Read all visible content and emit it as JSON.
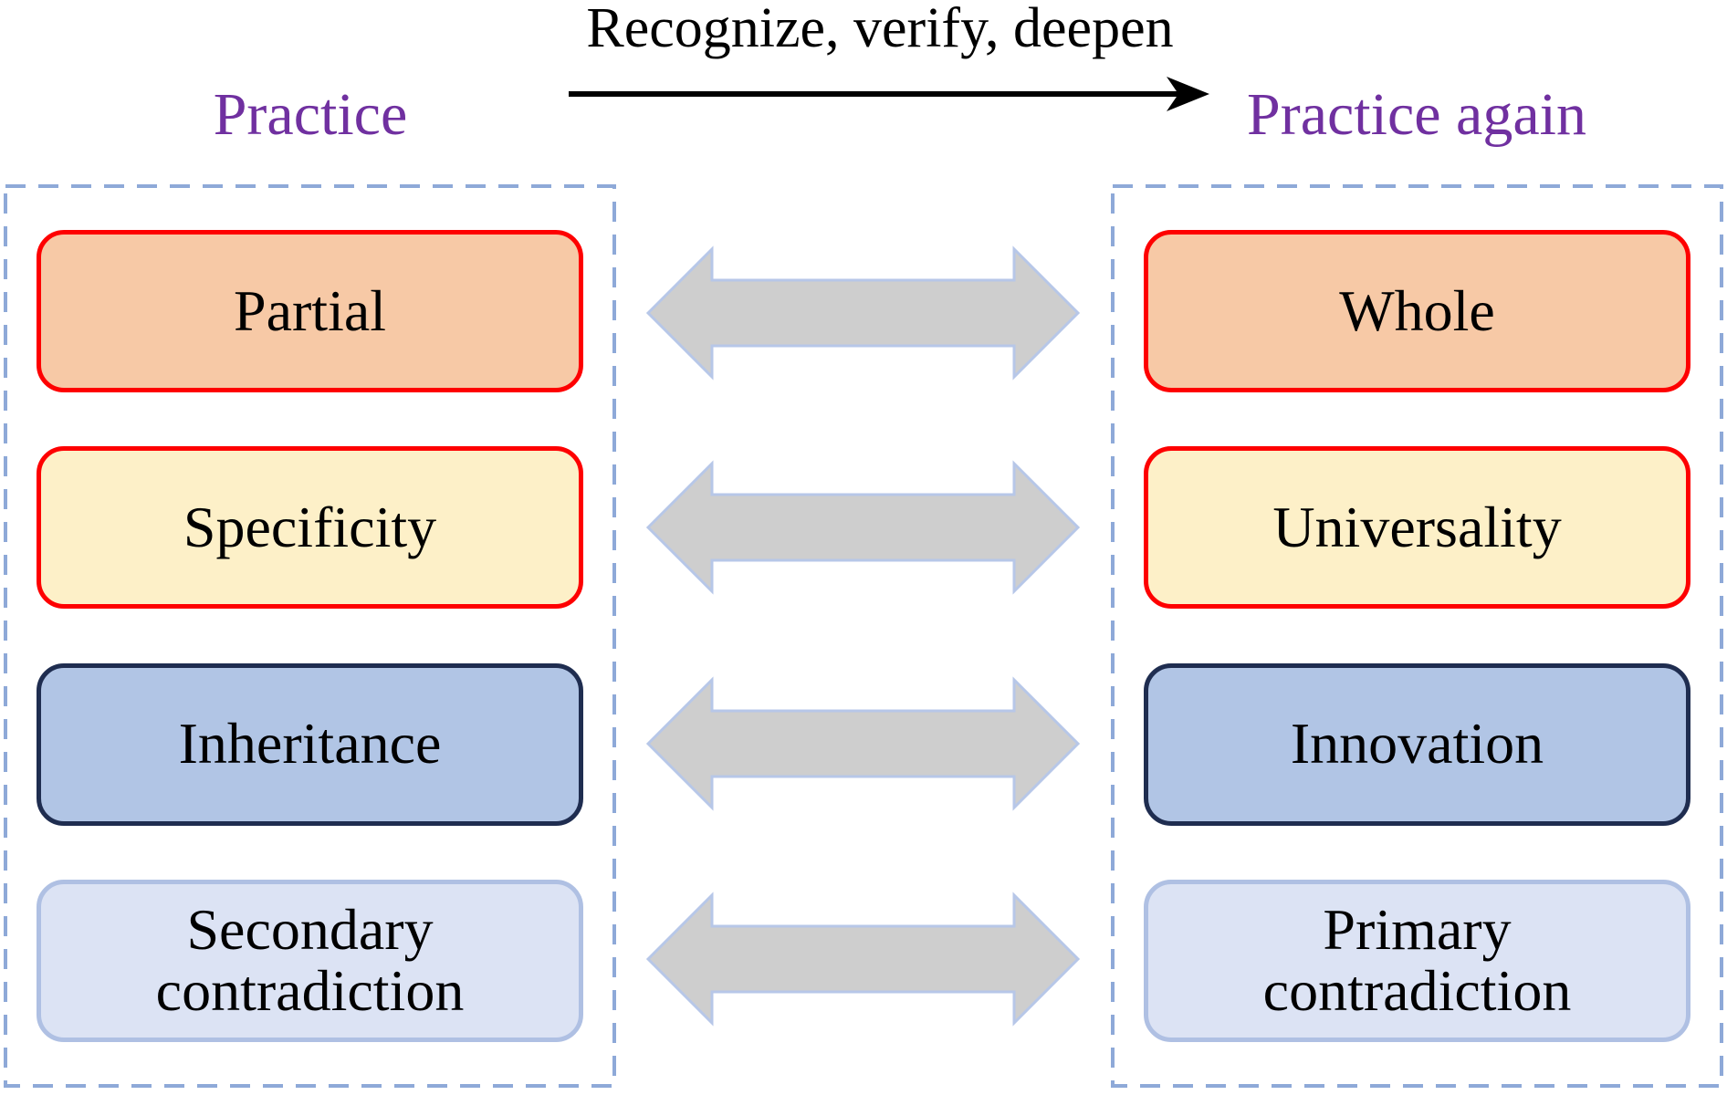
{
  "title": "Recognize, verify, deepen",
  "left_label": "Practice",
  "right_label": "Practice again",
  "rows": [
    {
      "left": "Partial",
      "right": "Whole",
      "fill": "#F7C9A6",
      "border": "#FE0000"
    },
    {
      "left": "Specificity",
      "right": "Universality",
      "fill": "#FDF0C8",
      "border": "#FE0000"
    },
    {
      "left": "Inheritance",
      "right": "Innovation",
      "fill": "#B1C5E5",
      "border": "#1F2D50"
    },
    {
      "left": "Secondary contradiction",
      "right": "Primary contradiction",
      "fill": "#DCE3F4",
      "border": "#AFC0E3"
    }
  ],
  "colors": {
    "label_purple": "#7030A0",
    "panel_dash": "#8EA9D8",
    "pair_arrow_fill": "#CECECE",
    "pair_arrow_stroke": "#B7C7E8",
    "top_arrow": "#000000"
  }
}
